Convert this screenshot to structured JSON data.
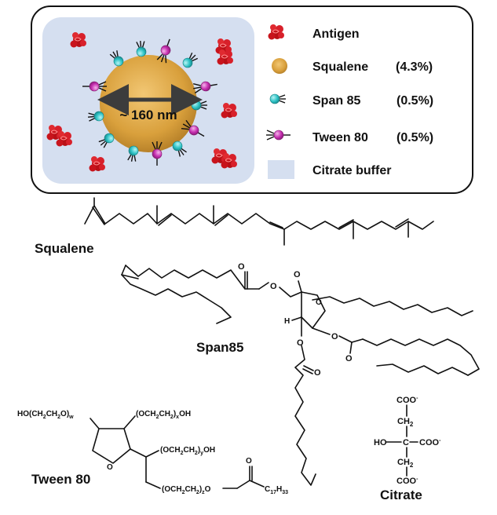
{
  "legend": {
    "antigen": "Antigen",
    "squalene": "Squalene",
    "squalene_pct": "(4.3%)",
    "span": "Span 85",
    "span_pct": "(0.5%)",
    "tween": "Tween 80",
    "tween_pct": "(0.5%)",
    "citrate": "Citrate buffer"
  },
  "particle": {
    "size_label": "~ 160 nm"
  },
  "structures": {
    "squalene_name": "Squalene",
    "span_name": "Span85",
    "tween_name": "Tween 80",
    "citrate_name": "Citrate",
    "atom_O": "O",
    "atom_H": "H",
    "tw_g1": "HO(CH",
    "tw_g1b": "2",
    "tw_g1c": "CH",
    "tw_g1d": "2",
    "tw_g1e": "O)",
    "tw_g1f": "w",
    "tw_x": "(OCH",
    "tw_x2": "2",
    "tw_x3": "CH",
    "tw_x4": "2",
    "tw_x5": ")",
    "tw_x6": "x",
    "tw_x7": "OH",
    "tw_y": "(OCH",
    "tw_y2": "2",
    "tw_y3": "CH",
    "tw_y4": "2",
    "tw_y5": ")",
    "tw_y6": "y",
    "tw_y7": "OH",
    "tw_z": "(OCH",
    "tw_z2": "2",
    "tw_z3": "CH",
    "tw_z4": "2",
    "tw_z5": ")",
    "tw_z6": "z",
    "tw_z7": "O",
    "tw_c": "C",
    "tw_c17": "17",
    "tw_h": "H",
    "tw_h33": "33",
    "cit_coo": "COO",
    "cit_ch2": "CH",
    "cit_2": "2",
    "cit_ho": "HO",
    "cit_c": "C",
    "cit_minus": "-"
  },
  "colors": {
    "antigen": "#c8141c",
    "squalene": "#d9a03c",
    "span_head": "#2fc3c6",
    "tween_head": "#c62fb0",
    "buffer": "#d5dff0"
  }
}
